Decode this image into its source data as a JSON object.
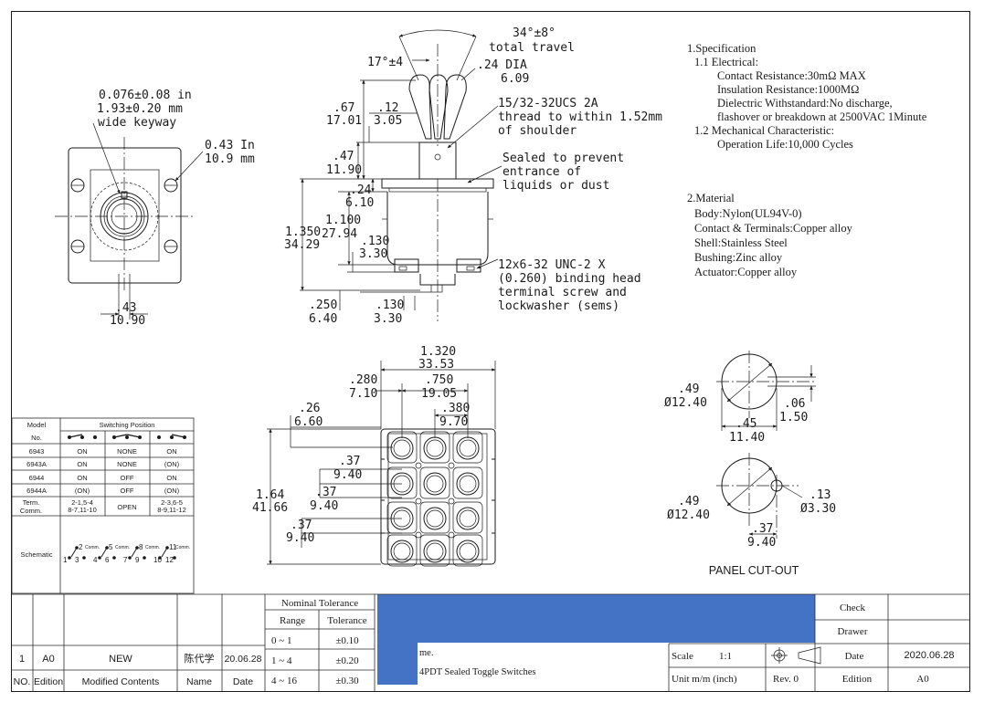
{
  "dims": {
    "keyway": [
      "0.076±0.08 in",
      "1.93±0.20 mm",
      "wide keyway"
    ],
    "hole": [
      "0.43 In",
      "10.9 mm"
    ],
    "front_w": [
      ".43",
      "10.90"
    ],
    "travel": [
      "34°±8°",
      "total travel"
    ],
    "angle": "17°±4",
    "dia": [
      ".24 DIA",
      "6.09"
    ],
    "d67": [
      ".67",
      "17.01"
    ],
    "d12": [
      ".12",
      "3.05"
    ],
    "d47": [
      ".47",
      "11.90"
    ],
    "d24": [
      ".24",
      "6.10"
    ],
    "d1350": [
      "1.350",
      "34.29"
    ],
    "d1100": [
      "1.100",
      "27.94"
    ],
    "d130a": [
      ".130",
      "3.30"
    ],
    "d250": [
      ".250",
      "6.40"
    ],
    "d130b": [
      ".130",
      "3.30"
    ],
    "thread": [
      "15/32-32UCS 2A",
      "thread to within 1.52mm",
      "of shoulder"
    ],
    "sealed": [
      "Sealed to prevent",
      "entrance of",
      "liquids or dust"
    ],
    "screw": [
      "12x6-32 UNC-2 X",
      "(0.260) binding head",
      "terminal screw and",
      "lockwasher (sems)"
    ],
    "b1320": [
      "1.320",
      "33.53"
    ],
    "b280": [
      ".280",
      "7.10"
    ],
    "b750": [
      ".750",
      "19.05"
    ],
    "b380": [
      ".380",
      "9.70"
    ],
    "b26": [
      ".26",
      "6.60"
    ],
    "b37a": [
      ".37",
      "9.40"
    ],
    "b37b": [
      ".37",
      "9.40"
    ],
    "b37c": [
      ".37",
      "9.40"
    ],
    "b164": [
      "1.64",
      "41.66"
    ],
    "p49a": [
      ".49",
      "Ø12.40"
    ],
    "p06": [
      ".06",
      "1.50"
    ],
    "p45": [
      ".45",
      "11.40"
    ],
    "p49b": [
      ".49",
      "Ø12.40"
    ],
    "p13": [
      ".13",
      "Ø3.30"
    ],
    "p37": [
      ".37",
      "9.40"
    ],
    "panel_title": "PANEL CUT-OUT"
  },
  "spec": {
    "h1": "1.Specification",
    "h11": "1.1 Electrical:",
    "contact": "Contact Resistance:30mΩ MAX",
    "insulation": "Insulation Resistance:1000MΩ",
    "dielectric1": "Dielectric Withstandard:No discharge,",
    "dielectric2": "flashover or breakdown at 2500VAC 1Minute",
    "h12": "1.2 Mechanical Characteristic:",
    "life": "Operation Life:10,000 Cycles",
    "h2": "2.Material",
    "body": "Body:Nylon(UL94V-0)",
    "terminals": "Contact & Terminals:Copper alloy",
    "shell": "Shell:Stainless Steel",
    "bushing": "Bushing:Zinc alloy",
    "actuator": "Actuator:Copper alloy"
  },
  "switch_table": {
    "model": "Model",
    "no": "No.",
    "position": "Switching Position",
    "rows": [
      {
        "model": "6943",
        "a": "ON",
        "b": "NONE",
        "c": "ON"
      },
      {
        "model": "6943A",
        "a": "ON",
        "b": "NONE",
        "c": "(ON)"
      },
      {
        "model": "6944",
        "a": "ON",
        "b": "OFF",
        "c": "ON"
      },
      {
        "model": "6944A",
        "a": "(ON)",
        "b": "OFF",
        "c": "(ON)"
      }
    ],
    "term_label": [
      "Term.",
      "Comm."
    ],
    "term": [
      "2-1,5-4",
      "8-7,11-10",
      "OPEN",
      "2-3,6-5",
      "8-9,11-12"
    ],
    "schematic": "Schematic",
    "comm": "Comm.",
    "pins": [
      "1",
      "2",
      "3",
      "4",
      "5",
      "6",
      "7",
      "8",
      "9",
      "10",
      "11",
      "12"
    ]
  },
  "title_block": {
    "rev_no": "1",
    "rev_edition": "A0",
    "rev_content": "NEW",
    "rev_name": "陈代学",
    "rev_date": "20.06.28",
    "hdr_no": "NO.",
    "hdr_edition": "Edition",
    "hdr_content": "Modified Contents",
    "hdr_name": "Name",
    "hdr_date": "Date",
    "tol_title": "Nominal Tolerance",
    "tol_range": "Range",
    "tol_tol": "Tolerance",
    "tol_rows": [
      {
        "range": "0 ~ 1",
        "tol": "±0.10"
      },
      {
        "range": "1 ~ 4",
        "tol": "±0.20"
      },
      {
        "range": "4 ~ 16",
        "tol": "±0.30"
      }
    ],
    "name_label": "me.",
    "part_name": "4PDT Sealed Toggle Switches",
    "scale_label": "Scale",
    "scale": "1:1",
    "unit": "Unit m/m (inch)",
    "rev": "Rev. 0",
    "check": "Check",
    "drawer": "Drawer",
    "date_label": "Date",
    "date": "2020.06.28",
    "edition_label": "Edition",
    "edition": "A0",
    "blue": "#4472c4"
  }
}
